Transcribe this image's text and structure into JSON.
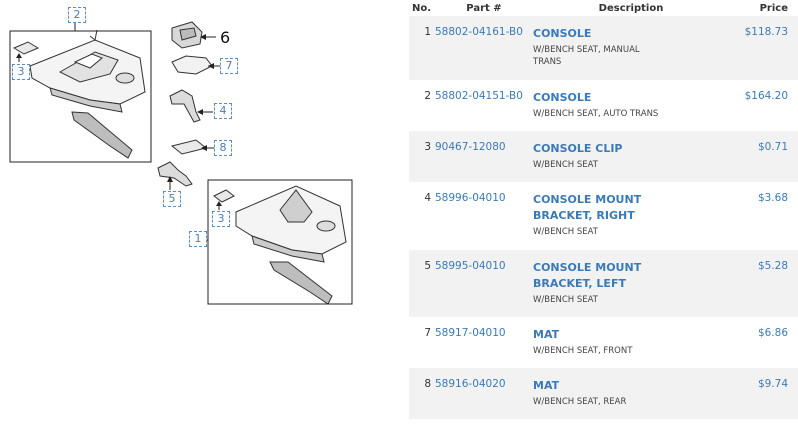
{
  "table": {
    "headers": {
      "no": "No.",
      "part": "Part #",
      "description": "Description",
      "price": "Price"
    },
    "rows": [
      {
        "no": "1",
        "part": "58802-04161-B0",
        "title": "CONSOLE",
        "sub": "W/BENCH SEAT, MANUAL TRANS",
        "price": "$118.73"
      },
      {
        "no": "2",
        "part": "58802-04151-B0",
        "title": "CONSOLE",
        "sub": "W/BENCH SEAT, AUTO TRANS",
        "price": "$164.20"
      },
      {
        "no": "3",
        "part": "90467-12080",
        "title": "CONSOLE CLIP",
        "sub": "W/BENCH SEAT",
        "price": "$0.71"
      },
      {
        "no": "4",
        "part": "58996-04010",
        "title": "CONSOLE MOUNT BRACKET, RIGHT",
        "sub": "W/BENCH SEAT",
        "price": "$3.68"
      },
      {
        "no": "5",
        "part": "58995-04010",
        "title": "CONSOLE MOUNT BRACKET, LEFT",
        "sub": "W/BENCH SEAT",
        "price": "$5.28"
      },
      {
        "no": "7",
        "part": "58917-04010",
        "title": "MAT",
        "sub": "W/BENCH SEAT, FRONT",
        "price": "$6.86"
      },
      {
        "no": "8",
        "part": "58916-04020",
        "title": "MAT",
        "sub": "W/BENCH SEAT, REAR",
        "price": "$9.74"
      }
    ]
  },
  "diagram": {
    "callouts": {
      "c1": "1",
      "c2": "2",
      "c3a": "3",
      "c3b": "3",
      "c4": "4",
      "c5": "5",
      "c6": "6",
      "c7": "7",
      "c8": "8"
    }
  },
  "colors": {
    "link": "#3a7ab8",
    "stripe": "#f2f2f2",
    "callout_border": "#5b8fc0"
  }
}
